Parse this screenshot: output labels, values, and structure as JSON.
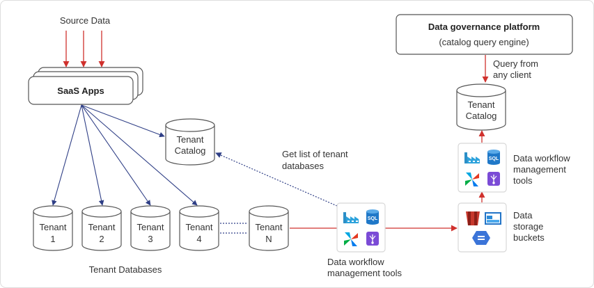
{
  "source_data_label": "Source Data",
  "saas_apps_label": "SaaS Apps",
  "tenant_catalog_left": [
    "Tenant",
    "Catalog"
  ],
  "tenant_catalog_right": [
    "Tenant",
    "Catalog"
  ],
  "tenants": [
    {
      "line1": "Tenant",
      "line2": "1"
    },
    {
      "line1": "Tenant",
      "line2": "2"
    },
    {
      "line1": "Tenant",
      "line2": "3"
    },
    {
      "line1": "Tenant",
      "line2": "4"
    },
    {
      "line1": "Tenant",
      "line2": "N"
    }
  ],
  "tenant_databases_label": "Tenant Databases",
  "get_list_label": [
    "Get list of tenant",
    "databases"
  ],
  "workflow_tools_bottom_label": [
    "Data workflow",
    "management tools"
  ],
  "governance": {
    "title": "Data governance platform",
    "subtitle": "(catalog query engine)"
  },
  "query_label": [
    "Query from",
    "any client"
  ],
  "workflow_tools_right_label": [
    "Data workflow",
    "management",
    "tools"
  ],
  "storage_label": [
    "Data",
    "storage",
    "buckets"
  ],
  "icons": {
    "factory": "factory-icon",
    "sql": "sql-database-icon",
    "pinwheel": "airflow-pinwheel-icon",
    "flow": "dbt-flow-icon",
    "s3": "s3-bucket-icon",
    "blob": "blob-storage-icon",
    "gcs": "cloud-storage-icon",
    "sql_text": "SQL"
  },
  "colors": {
    "red_arrow": "#d0312d",
    "blue_arrow": "#2f3f86",
    "outline": "#555555",
    "border": "#dddddd"
  }
}
